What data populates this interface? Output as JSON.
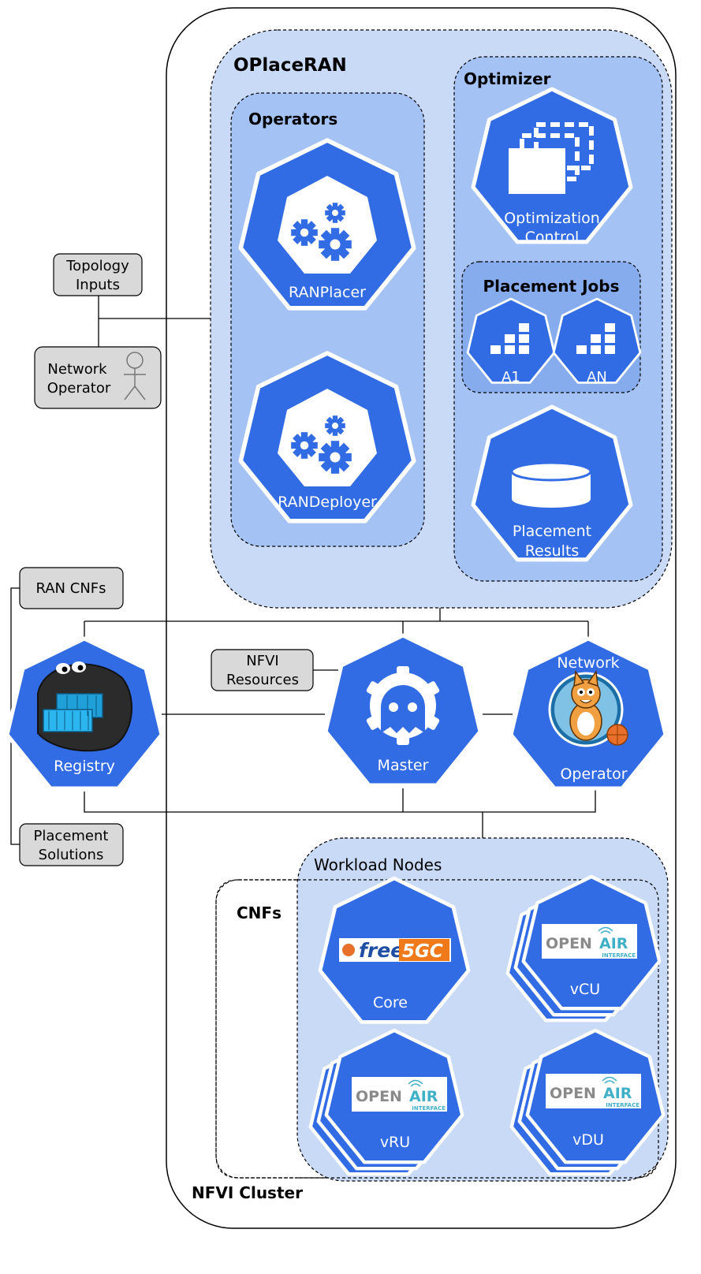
{
  "title": "OPlaceRAN",
  "cluster": {
    "label": "NFVI Cluster"
  },
  "operators": {
    "label": "Operators",
    "ranplacer": "RANPlacer",
    "randeployer": "RANDeployer"
  },
  "optimizer": {
    "label": "Optimizer",
    "control": {
      "line1": "Optimization",
      "line2": "Control"
    },
    "jobs": {
      "label": "Placement Jobs",
      "a1": "A1",
      "an": "AN"
    },
    "results": {
      "line1": "Placement",
      "line2": "Results"
    }
  },
  "inputs": {
    "topology": {
      "line1": "Topology",
      "line2": "Inputs"
    },
    "network_operator": {
      "line1": "Network",
      "line2": "Operator"
    },
    "ran_cnfs": "RAN CNFs",
    "placement_solutions": {
      "line1": "Placement",
      "line2": "Solutions"
    },
    "nfvi_resources": {
      "line1": "NFVI",
      "line2": "Resources"
    }
  },
  "control_plane": {
    "registry": "Registry",
    "master": "Master",
    "network_operator": {
      "top": "Network",
      "bottom": "Operator"
    }
  },
  "workload": {
    "label": "Workload Nodes",
    "cnfs_label": "CNFs",
    "core": "Core",
    "vcu": "vCU",
    "vru": "vRU",
    "vdu": "vDU",
    "free5gc_logo": {
      "part1": "free",
      "part2": "5GC"
    },
    "oai_logo": {
      "open": "OPEN",
      "air": "AIR",
      "interface": "INTERFACE"
    }
  },
  "colors": {
    "k8s_blue": "#326ce5",
    "panel_light": "#c9daf7",
    "panel_mid": "#a4c2f4",
    "panel_dark": "#86acee",
    "box_gray": "#d9d9d9"
  }
}
